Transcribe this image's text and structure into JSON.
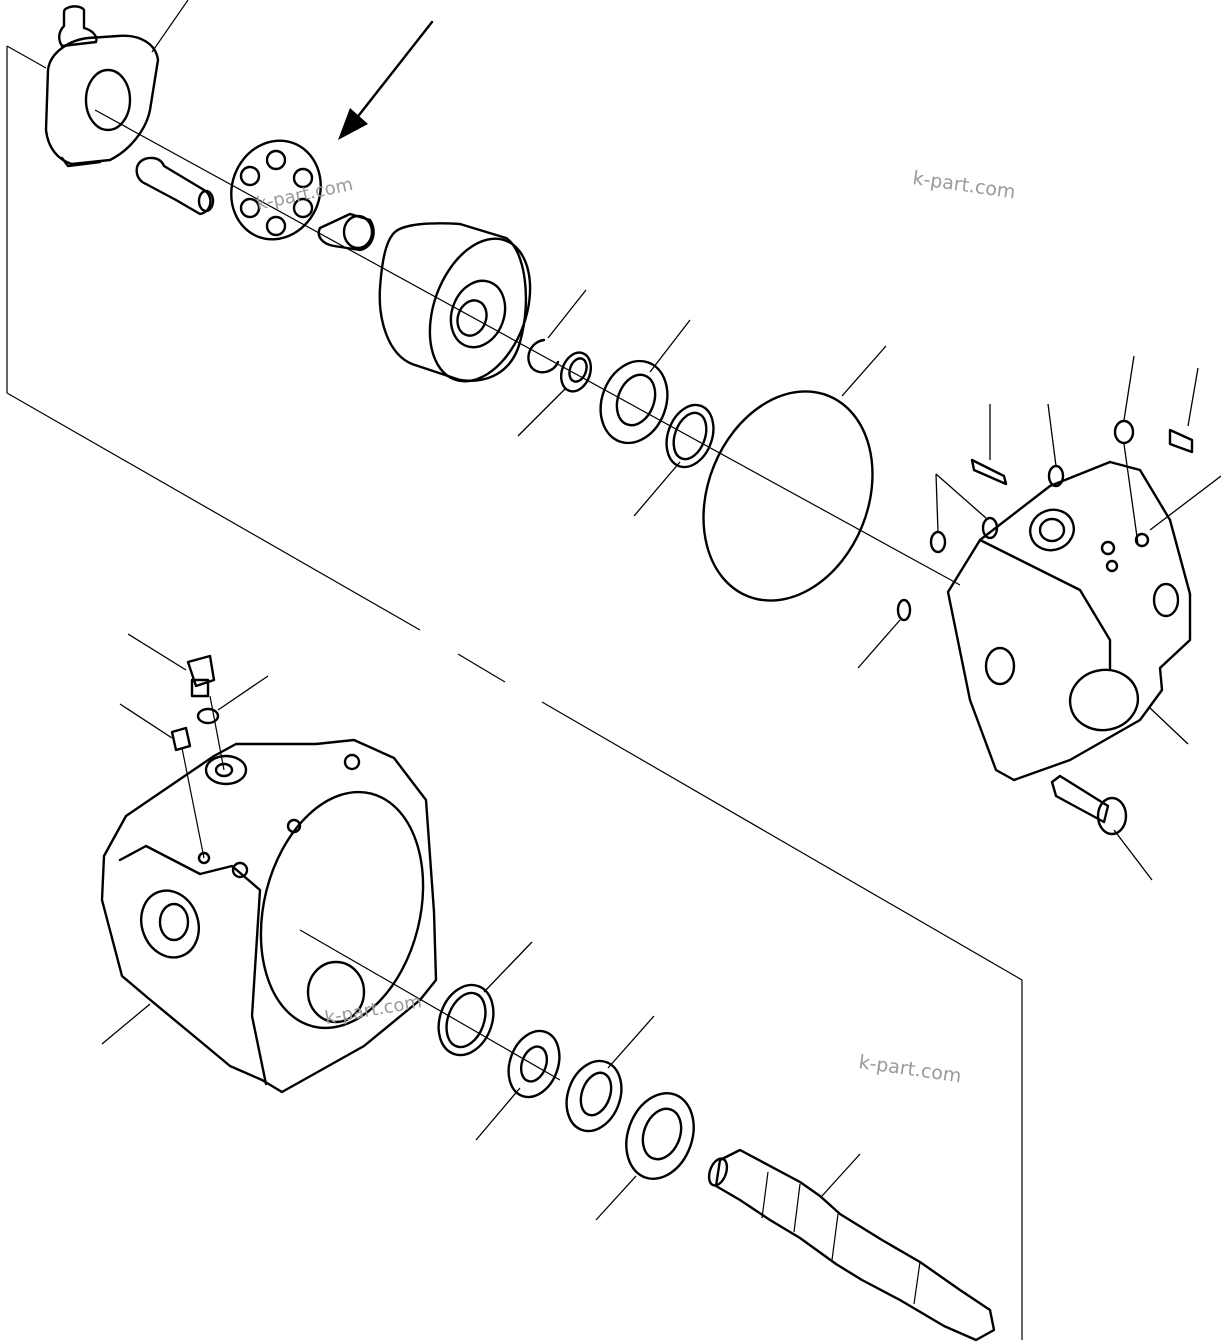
{
  "watermarks": [
    {
      "text": "k-part.com",
      "rotation": 8
    },
    {
      "text": "k-part.com",
      "rotation": -12
    },
    {
      "text": "k-part.com",
      "rotation": -10
    },
    {
      "text": "k-part.com",
      "rotation": 8
    }
  ]
}
